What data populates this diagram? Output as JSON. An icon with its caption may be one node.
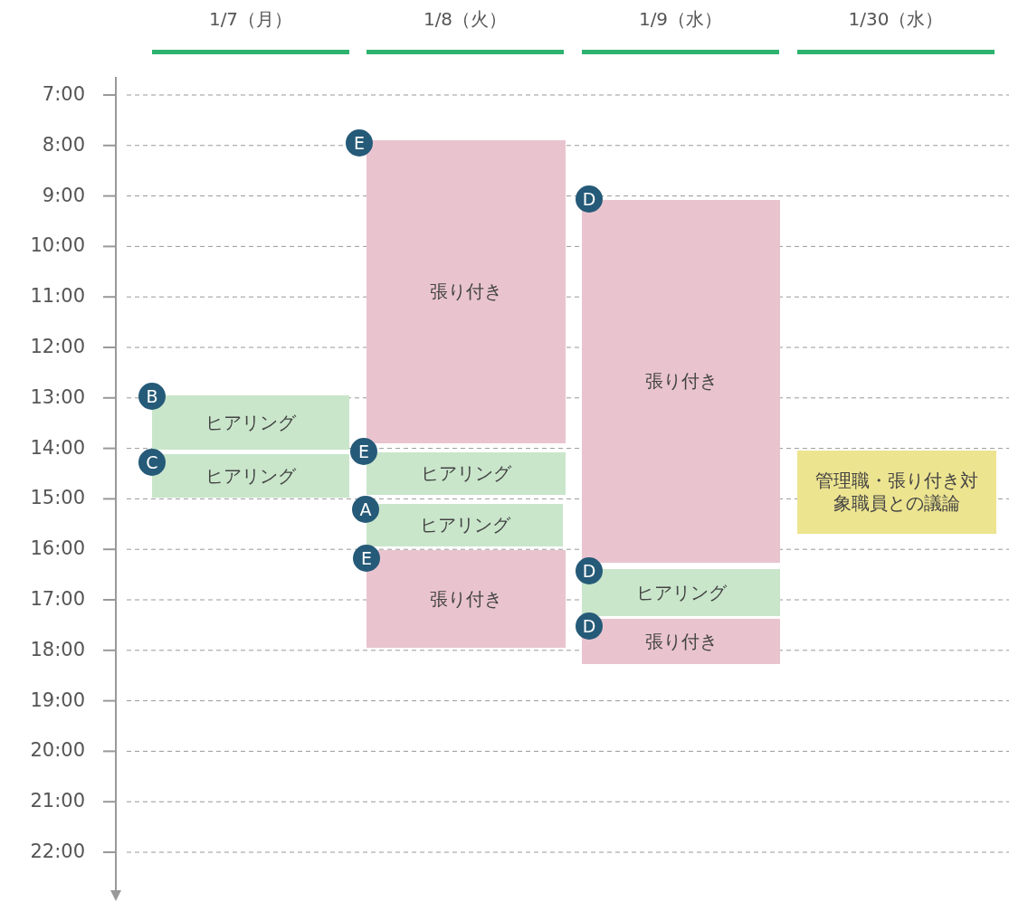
{
  "diagram": {
    "nodes": [
      {
        "text": [
          "E"
        ]
      },
      {
        "text": [
          "張り付き"
        ]
      },
      {
        "text": [
          "D"
        ]
      },
      {
        "text": [
          "張り付き"
        ]
      },
      {
        "text": [
          "B"
        ]
      },
      {
        "text": [
          "ヒアリング"
        ]
      },
      {
        "text": [
          "C"
        ]
      },
      {
        "text": [
          "ヒアリング"
        ]
      },
      {
        "text": [
          "E"
        ]
      },
      {
        "text": [
          "ヒアリング"
        ]
      },
      {
        "text": [
          "A"
        ]
      },
      {
        "text": [
          "ヒアリング"
        ]
      },
      {
        "text": [
          "E"
        ]
      },
      {
        "text": [
          "張り付き"
        ]
      },
      {
        "text": [
          "D"
        ]
      },
      {
        "text": [
          "ヒアリング"
        ]
      },
      {
        "text": [
          "D"
        ]
      },
      {
        "text": [
          "張り付き"
        ]
      },
      {
        "text": [
          "管理職・張り付き対象職員との議論"
        ]
      }
    ],
    "labels": [
      "1/7（月）",
      "1/8（火）",
      "1/9（水）",
      "1/30（水）",
      "7:00",
      "8:00",
      "9:00",
      "10:00",
      "11:00",
      "12:00",
      "13:00",
      "14:00",
      "15:00",
      "16:00",
      "17:00",
      "18:00",
      "19:00",
      "20:00",
      "21:00",
      "22:00"
    ]
  }
}
